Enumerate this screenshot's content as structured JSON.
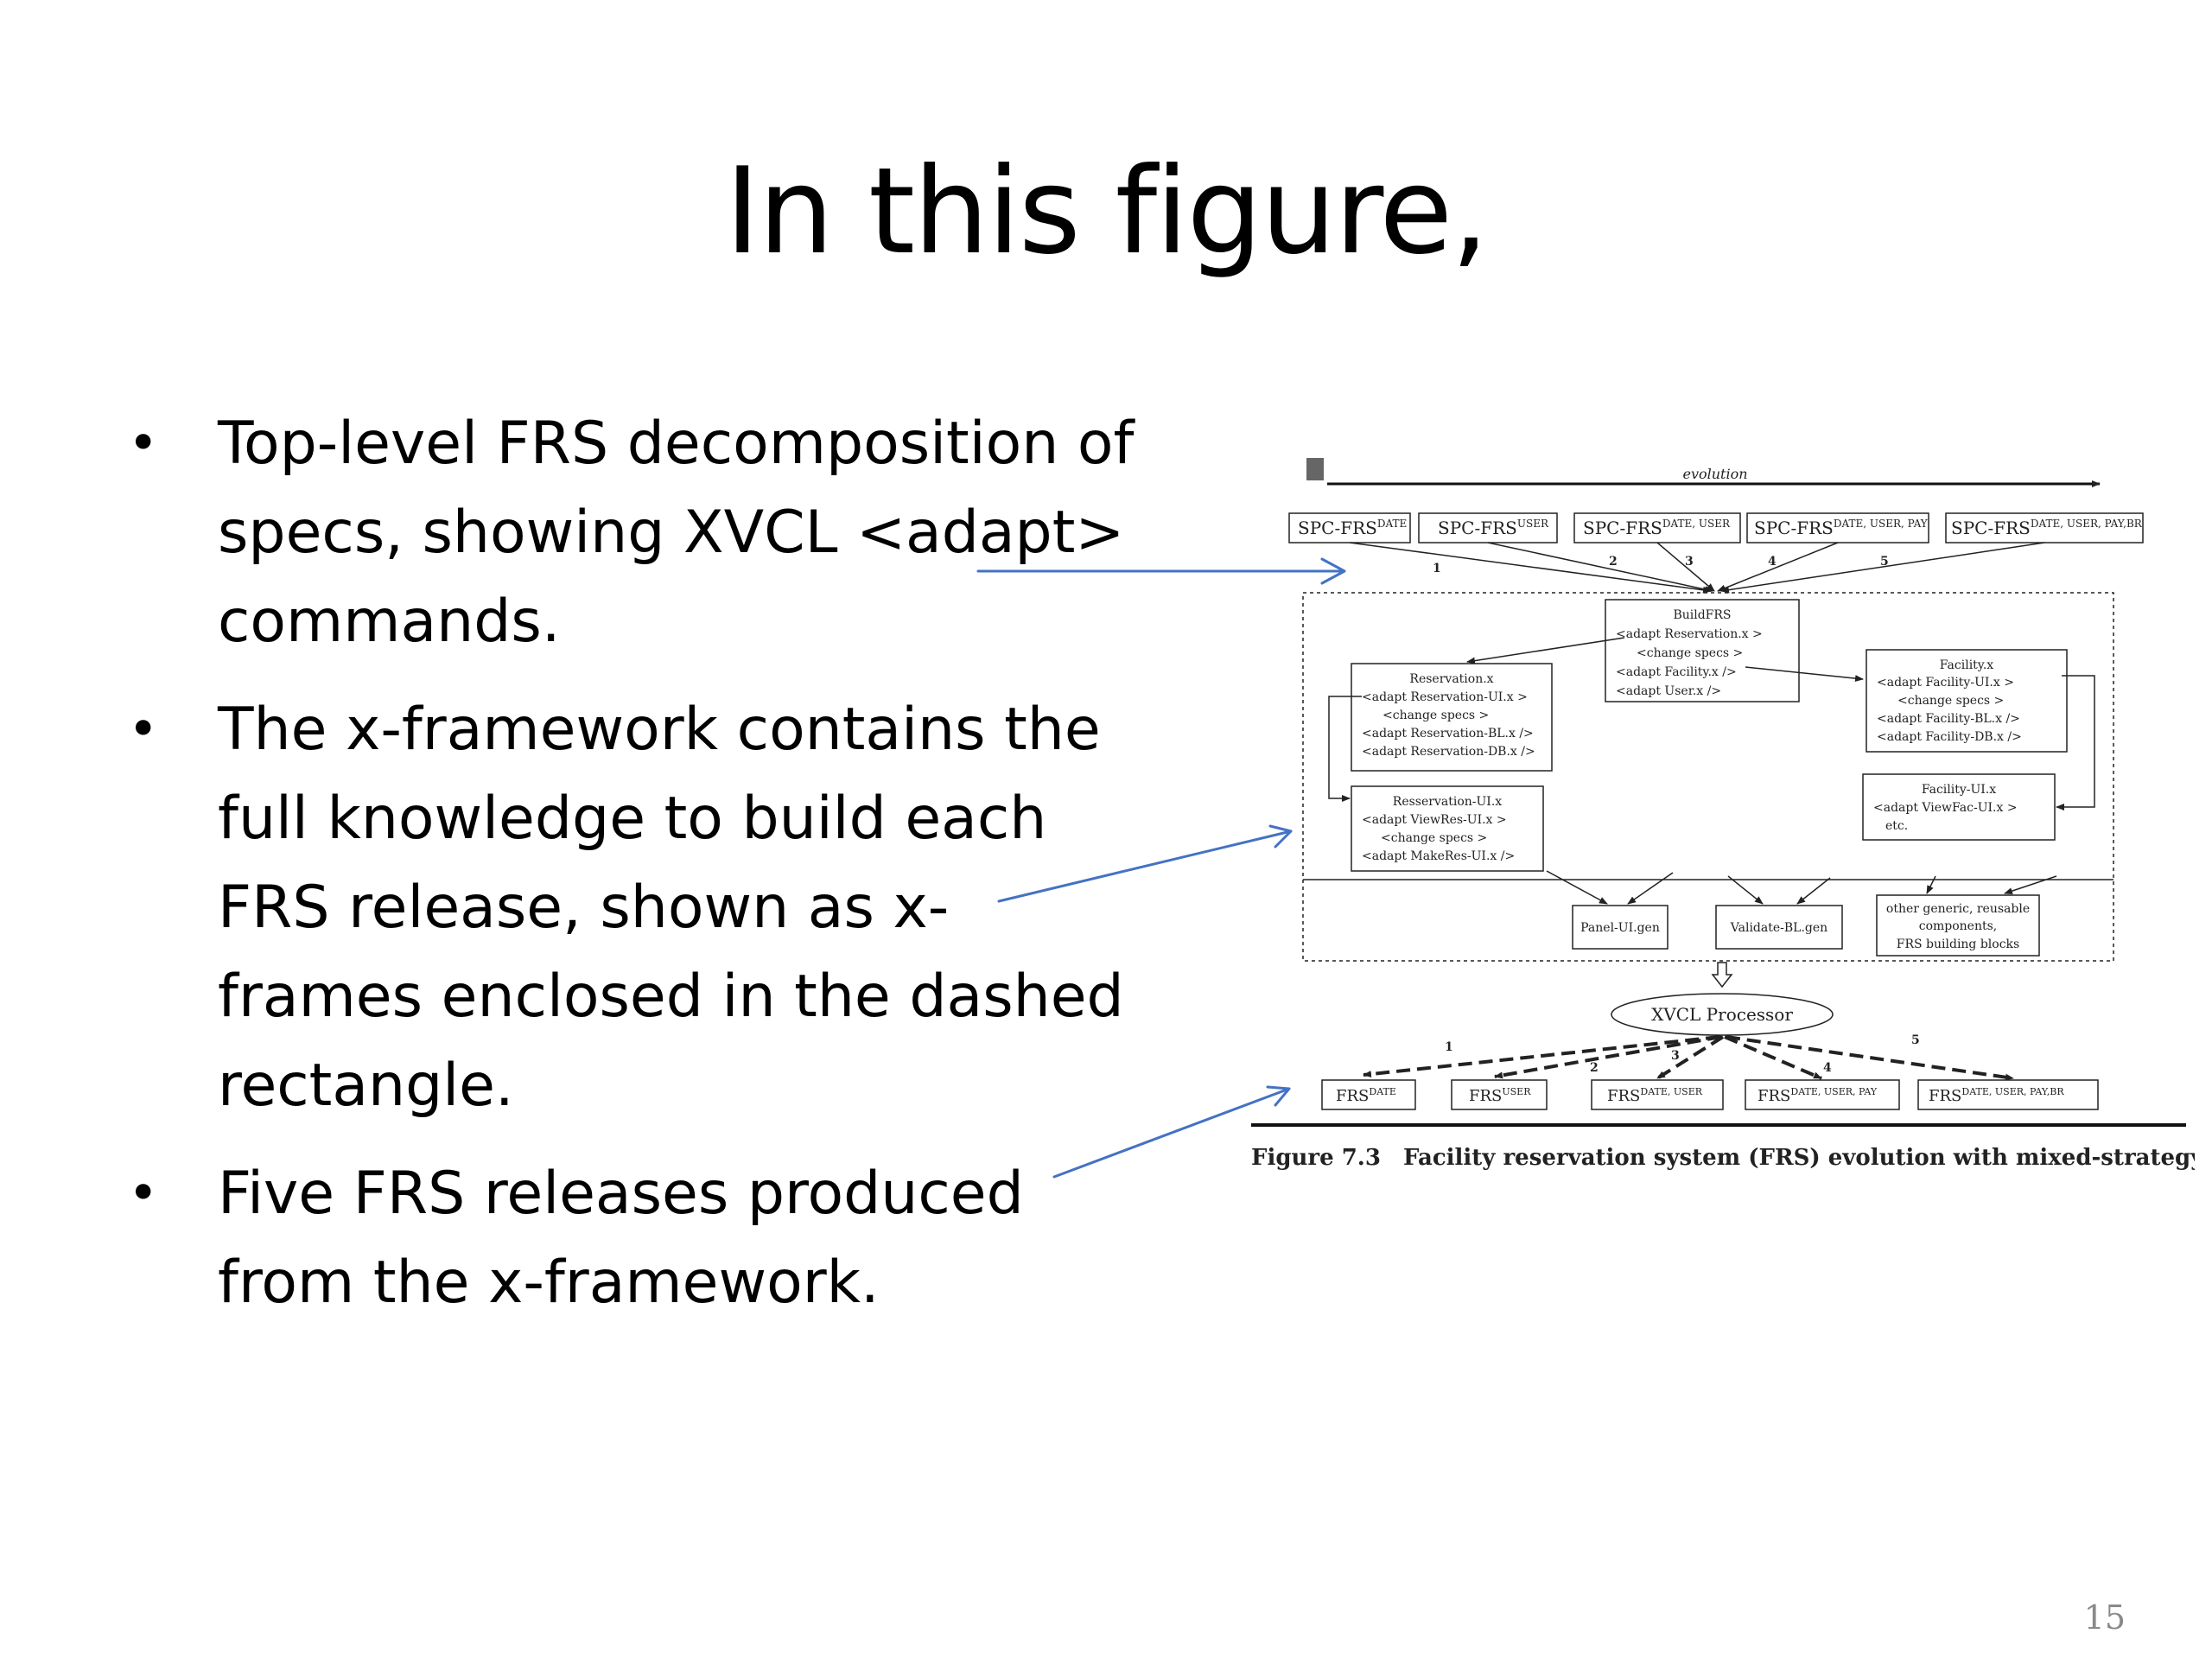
{
  "slide": {
    "title": "In this figure,",
    "bullets": [
      "Top-level FRS decomposition of specs, showing XVCL <adapt> commands.",
      "The x-framework contains the full knowledge to build each FRS release, shown as x-frames enclosed in the dashed rectangle.",
      "Five FRS releases produced from the x-framework."
    ],
    "bullet_glyph": "•",
    "page_number": "15",
    "arrow_color": "#4472c4"
  },
  "figure": {
    "evolution_label": "evolution",
    "spc_boxes": [
      {
        "base": "SPC-FRS",
        "sup": "DATE"
      },
      {
        "base": "SPC-FRS",
        "sup": "USER"
      },
      {
        "base": "SPC-FRS",
        "sup": "DATE, USER"
      },
      {
        "base": "SPC-FRS",
        "sup": "DATE, USER, PAY"
      },
      {
        "base": "SPC-FRS",
        "sup": "DATE, USER, PAY,BR"
      }
    ],
    "top_numbers": [
      "1",
      "2",
      "3",
      "4",
      "5"
    ],
    "buildfrs": [
      "BuildFRS",
      "<adapt Reservation.x >",
      "<change specs >",
      "<adapt Facility.x />",
      "<adapt User.x />"
    ],
    "reservation": [
      "Reservation.x",
      "<adapt Reservation-UI.x >",
      "<change specs >",
      "<adapt Reservation-BL.x />",
      "<adapt Reservation-DB.x />"
    ],
    "facility": [
      "Facility.x",
      "<adapt Facility-UI.x >",
      "<change specs >",
      "<adapt Facility-BL.x />",
      "<adapt Facility-DB.x />"
    ],
    "reservation_ui": [
      "Resservation-UI.x",
      "<adapt ViewRes-UI.x >",
      "<change specs >",
      "<adapt MakeRes-UI.x />"
    ],
    "facility_ui": [
      "Facility-UI.x",
      "<adapt ViewFac-UI.x >",
      "etc."
    ],
    "panel_ui": "Panel-UI.gen",
    "validate_bl": "Validate-BL.gen",
    "other_generic": [
      "other generic, reusable",
      "components,",
      "FRS building blocks"
    ],
    "processor": "XVCL Processor",
    "bottom_numbers": [
      "1",
      "2",
      "3",
      "4",
      "5"
    ],
    "frs_boxes": [
      {
        "base": "FRS",
        "sup": "DATE"
      },
      {
        "base": "FRS",
        "sup": "USER"
      },
      {
        "base": "FRS",
        "sup": "DATE, USER"
      },
      {
        "base": "FRS",
        "sup": "DATE, USER, PAY"
      },
      {
        "base": "FRS",
        "sup": "DATE, USER, PAY,BR"
      }
    ],
    "caption_label": "Figure 7.3",
    "caption_text": "Facility reservation system (FRS) evolution with mixed-strategy."
  }
}
